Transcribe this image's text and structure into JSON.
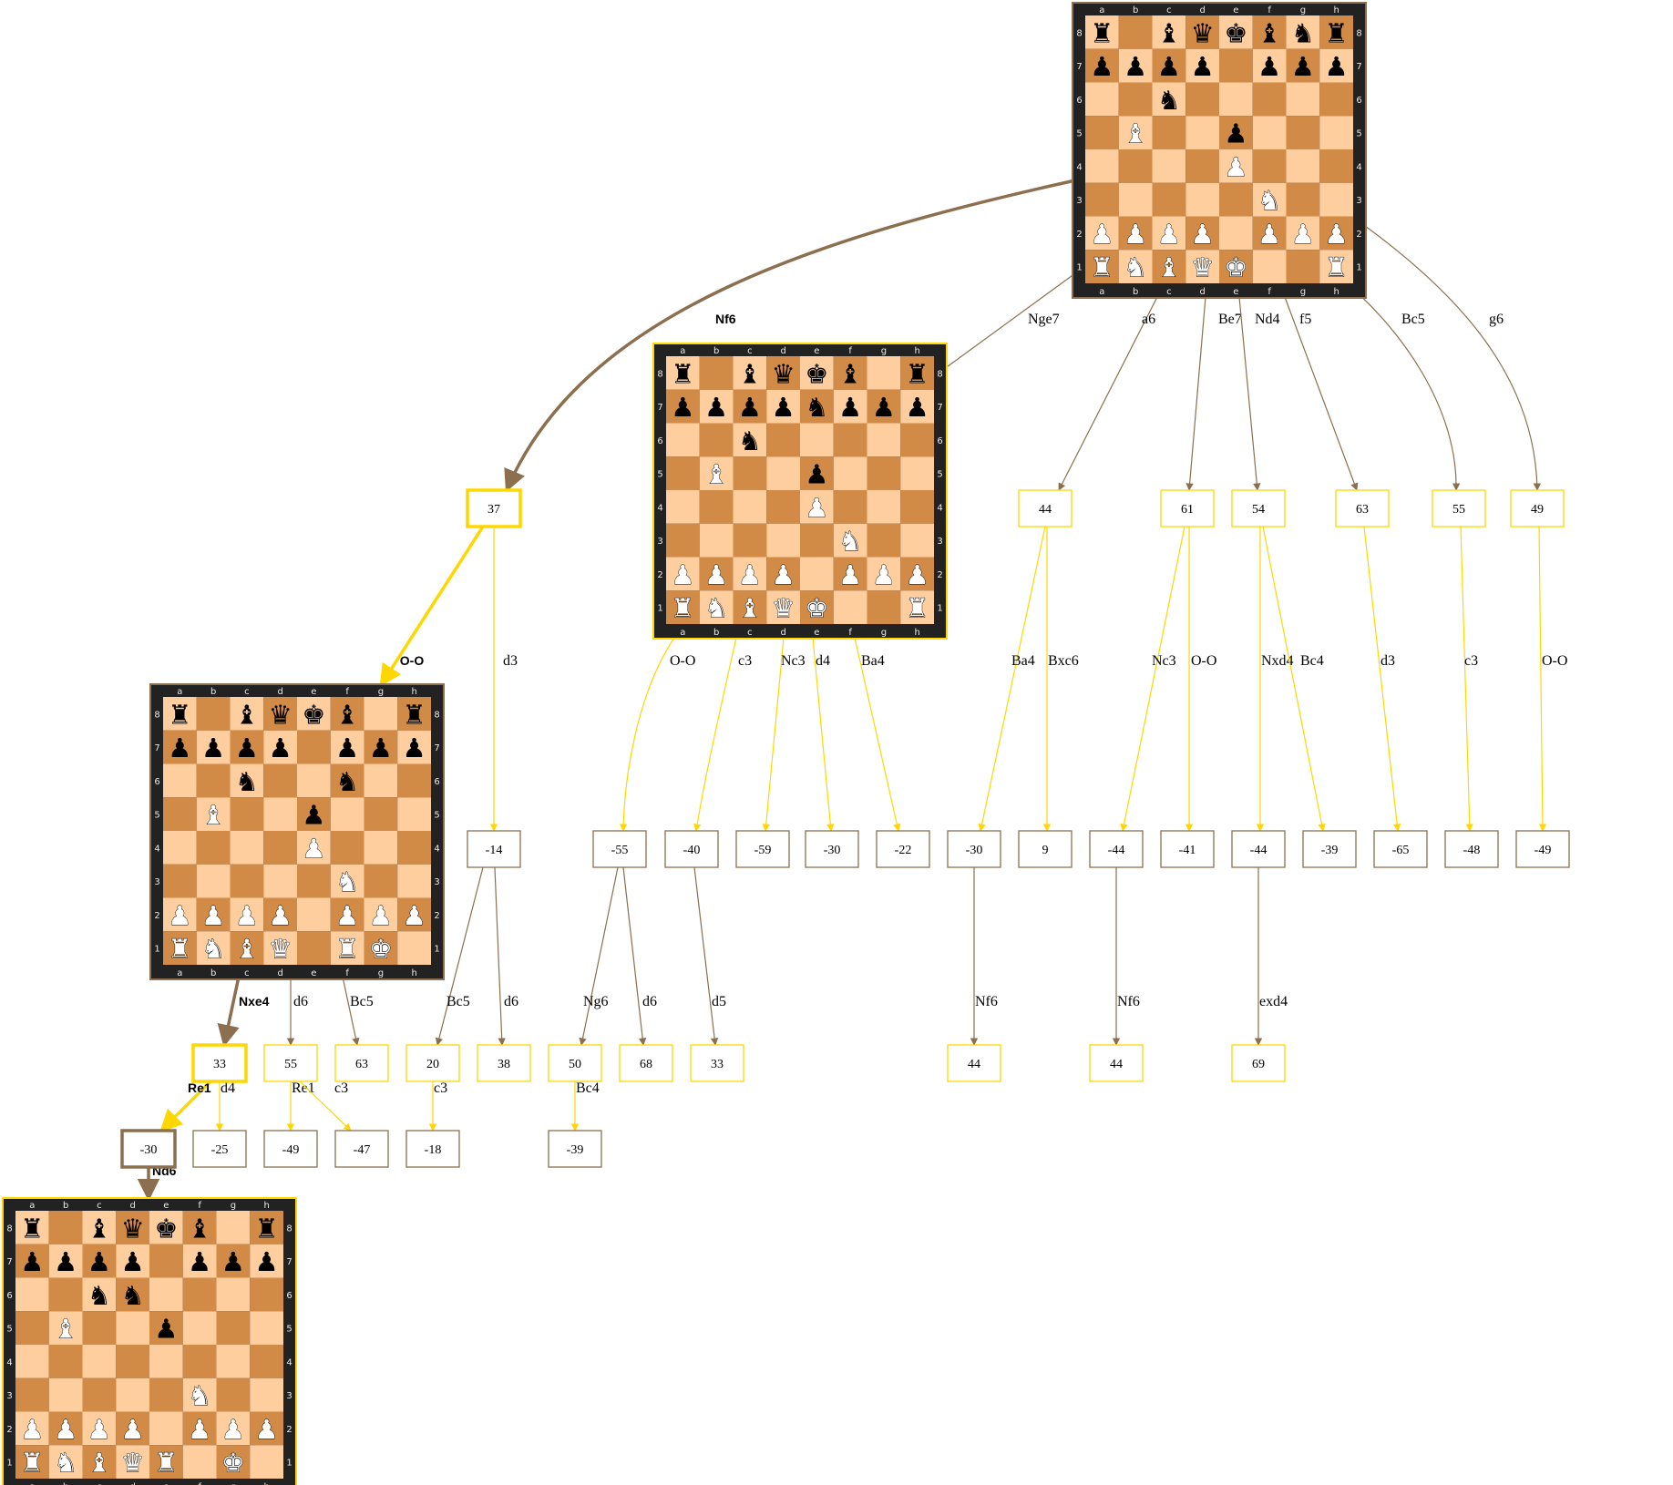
{
  "colors": {
    "gold": "#ffd700",
    "brown": "#8b6f4e",
    "light_square": "#ffce9e",
    "dark_square": "#d18b47",
    "board_frame": "#222222"
  },
  "files": [
    "a",
    "b",
    "c",
    "d",
    "e",
    "f",
    "g",
    "h"
  ],
  "ranks": [
    "8",
    "7",
    "6",
    "5",
    "4",
    "3",
    "2",
    "1"
  ],
  "boards": [
    {
      "id": "root",
      "border": "brown",
      "fen": "r1bqkbnr/pppp1ppp/2n5/1B2p3/4P3/5N2/PPPP1PPP/RNBQK2R"
    },
    {
      "id": "after-nge7",
      "border": "gold",
      "fen": "r1bqkb1r/ppppnppp/2n5/1B2p3/4P3/5N2/PPPP1PPP/RNBQK2R"
    },
    {
      "id": "after-oo",
      "border": "brown",
      "fen": "r1bqkb1r/pppp1ppp/2n2n2/1B2p3/4P3/5N2/PPPP1PPP/RNBQ1RK1"
    },
    {
      "id": "after-nd6",
      "border": "gold",
      "fen": "r1bqkb1r/pppp1ppp/2nn4/1B2p3/8/5N2/PPPP1PPP/RNBQR1K1"
    }
  ],
  "nodes": [
    {
      "id": "n-nf6",
      "value": "37",
      "border": "gold",
      "bold": true
    },
    {
      "id": "n-a6",
      "value": "44",
      "border": "gold"
    },
    {
      "id": "n-be7",
      "value": "61",
      "border": "gold"
    },
    {
      "id": "n-nd4",
      "value": "54",
      "border": "gold"
    },
    {
      "id": "n-f5",
      "value": "63",
      "border": "gold"
    },
    {
      "id": "n-bc5",
      "value": "55",
      "border": "gold"
    },
    {
      "id": "n-g6",
      "value": "49",
      "border": "gold"
    },
    {
      "id": "n-nf6-d3",
      "value": "-14",
      "border": "brown"
    },
    {
      "id": "n-nge7-oo",
      "value": "-55",
      "border": "brown"
    },
    {
      "id": "n-nge7-c3",
      "value": "-40",
      "border": "brown"
    },
    {
      "id": "n-nge7-nc3",
      "value": "-59",
      "border": "brown"
    },
    {
      "id": "n-nge7-d4",
      "value": "-30",
      "border": "brown"
    },
    {
      "id": "n-nge7-ba4",
      "value": "-22",
      "border": "brown"
    },
    {
      "id": "n-a6-ba4",
      "value": "-30",
      "border": "brown"
    },
    {
      "id": "n-a6-bxc6",
      "value": "9",
      "border": "brown"
    },
    {
      "id": "n-be7-nc3",
      "value": "-44",
      "border": "brown"
    },
    {
      "id": "n-be7-oo",
      "value": "-41",
      "border": "brown"
    },
    {
      "id": "n-nd4-nxd4",
      "value": "-44",
      "border": "brown"
    },
    {
      "id": "n-nd4-bc4",
      "value": "-39",
      "border": "brown"
    },
    {
      "id": "n-f5-d3",
      "value": "-65",
      "border": "brown"
    },
    {
      "id": "n-bc5-c3",
      "value": "-48",
      "border": "brown"
    },
    {
      "id": "n-g6-oo",
      "value": "-49",
      "border": "brown"
    },
    {
      "id": "n-oo-nxe4",
      "value": "33",
      "border": "gold",
      "bold": true
    },
    {
      "id": "n-oo-d6",
      "value": "55",
      "border": "gold"
    },
    {
      "id": "n-oo-bc5",
      "value": "63",
      "border": "gold"
    },
    {
      "id": "n-d3-bc5",
      "value": "20",
      "border": "gold"
    },
    {
      "id": "n-d3-d6",
      "value": "38",
      "border": "gold"
    },
    {
      "id": "n-oo-ng6",
      "value": "50",
      "border": "gold"
    },
    {
      "id": "n-oo-d6b",
      "value": "68",
      "border": "gold"
    },
    {
      "id": "n-c3-d5",
      "value": "33",
      "border": "gold"
    },
    {
      "id": "n-ba4-nf6",
      "value": "44",
      "border": "gold"
    },
    {
      "id": "n-nc3-nf6",
      "value": "44",
      "border": "gold"
    },
    {
      "id": "n-nxd4-exd4",
      "value": "69",
      "border": "gold"
    },
    {
      "id": "n-nxe4-re1",
      "value": "-30",
      "border": "brown",
      "bold": true
    },
    {
      "id": "n-nxe4-d4",
      "value": "-25",
      "border": "brown"
    },
    {
      "id": "n-d6-re1",
      "value": "-49",
      "border": "brown"
    },
    {
      "id": "n-d6-c3",
      "value": "-47",
      "border": "brown"
    },
    {
      "id": "n-bc5-c3b",
      "value": "-18",
      "border": "brown"
    },
    {
      "id": "n-ng6-bc4",
      "value": "-39",
      "border": "brown"
    }
  ],
  "edges": [
    {
      "from": "root",
      "to": "n-nf6",
      "label": "Nf6",
      "color": "brown",
      "best": true
    },
    {
      "from": "root",
      "to": "after-nge7",
      "label": "Nge7",
      "color": "brown"
    },
    {
      "from": "root",
      "to": "n-a6",
      "label": "a6",
      "color": "brown"
    },
    {
      "from": "root",
      "to": "n-be7",
      "label": "Be7",
      "color": "brown"
    },
    {
      "from": "root",
      "to": "n-nd4",
      "label": "Nd4",
      "color": "brown"
    },
    {
      "from": "root",
      "to": "n-f5",
      "label": "f5",
      "color": "brown"
    },
    {
      "from": "root",
      "to": "n-bc5",
      "label": "Bc5",
      "color": "brown"
    },
    {
      "from": "root",
      "to": "n-g6",
      "label": "g6",
      "color": "brown"
    },
    {
      "from": "n-nf6",
      "to": "after-oo",
      "label": "O-O",
      "color": "gold",
      "best": true
    },
    {
      "from": "n-nf6",
      "to": "n-nf6-d3",
      "label": "d3",
      "color": "gold"
    },
    {
      "from": "after-nge7",
      "to": "n-nge7-oo",
      "label": "O-O",
      "color": "gold"
    },
    {
      "from": "after-nge7",
      "to": "n-nge7-c3",
      "label": "c3",
      "color": "gold"
    },
    {
      "from": "after-nge7",
      "to": "n-nge7-nc3",
      "label": "Nc3",
      "color": "gold"
    },
    {
      "from": "after-nge7",
      "to": "n-nge7-d4",
      "label": "d4",
      "color": "gold"
    },
    {
      "from": "after-nge7",
      "to": "n-nge7-ba4",
      "label": "Ba4",
      "color": "gold"
    },
    {
      "from": "n-a6",
      "to": "n-a6-ba4",
      "label": "Ba4",
      "color": "gold"
    },
    {
      "from": "n-a6",
      "to": "n-a6-bxc6",
      "label": "Bxc6",
      "color": "gold"
    },
    {
      "from": "n-be7",
      "to": "n-be7-nc3",
      "label": "Nc3",
      "color": "gold"
    },
    {
      "from": "n-be7",
      "to": "n-be7-oo",
      "label": "O-O",
      "color": "gold"
    },
    {
      "from": "n-nd4",
      "to": "n-nd4-nxd4",
      "label": "Nxd4",
      "color": "gold"
    },
    {
      "from": "n-nd4",
      "to": "n-nd4-bc4",
      "label": "Bc4",
      "color": "gold"
    },
    {
      "from": "n-f5",
      "to": "n-f5-d3",
      "label": "d3",
      "color": "gold"
    },
    {
      "from": "n-bc5",
      "to": "n-bc5-c3",
      "label": "c3",
      "color": "gold"
    },
    {
      "from": "n-g6",
      "to": "n-g6-oo",
      "label": "O-O",
      "color": "gold"
    },
    {
      "from": "after-oo",
      "to": "n-oo-nxe4",
      "label": "Nxe4",
      "color": "brown",
      "best": true
    },
    {
      "from": "after-oo",
      "to": "n-oo-d6",
      "label": "d6",
      "color": "brown"
    },
    {
      "from": "after-oo",
      "to": "n-oo-bc5",
      "label": "Bc5",
      "color": "brown"
    },
    {
      "from": "n-nf6-d3",
      "to": "n-d3-bc5",
      "label": "Bc5",
      "color": "brown"
    },
    {
      "from": "n-nf6-d3",
      "to": "n-d3-d6",
      "label": "d6",
      "color": "brown"
    },
    {
      "from": "n-nge7-oo",
      "to": "n-oo-ng6",
      "label": "Ng6",
      "color": "brown"
    },
    {
      "from": "n-nge7-oo",
      "to": "n-oo-d6b",
      "label": "d6",
      "color": "brown"
    },
    {
      "from": "n-nge7-c3",
      "to": "n-c3-d5",
      "label": "d5",
      "color": "brown"
    },
    {
      "from": "n-a6-ba4",
      "to": "n-ba4-nf6",
      "label": "Nf6",
      "color": "brown"
    },
    {
      "from": "n-be7-nc3",
      "to": "n-nc3-nf6",
      "label": "Nf6",
      "color": "brown"
    },
    {
      "from": "n-nd4-nxd4",
      "to": "n-nxd4-exd4",
      "label": "exd4",
      "color": "brown"
    },
    {
      "from": "n-oo-nxe4",
      "to": "n-nxe4-re1",
      "label": "Re1",
      "color": "gold",
      "best": true
    },
    {
      "from": "n-oo-nxe4",
      "to": "n-nxe4-d4",
      "label": "d4",
      "color": "gold"
    },
    {
      "from": "n-oo-d6",
      "to": "n-d6-re1",
      "label": "Re1",
      "color": "gold"
    },
    {
      "from": "n-oo-d6",
      "to": "n-d6-c3",
      "label": "c3",
      "color": "gold"
    },
    {
      "from": "n-d3-bc5",
      "to": "n-bc5-c3b",
      "label": "c3",
      "color": "gold"
    },
    {
      "from": "n-oo-ng6",
      "to": "n-ng6-bc4",
      "label": "Bc4",
      "color": "gold"
    },
    {
      "from": "n-nxe4-re1",
      "to": "after-nd6",
      "label": "Nd6",
      "color": "brown",
      "best": true
    }
  ]
}
